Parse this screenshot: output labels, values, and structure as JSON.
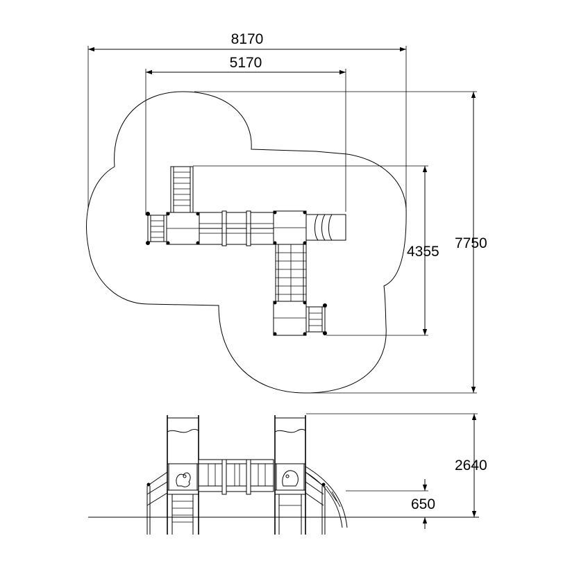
{
  "dimensions": {
    "total_width": "8170",
    "inner_width": "5170",
    "structure_depth": "4355",
    "total_depth": "7750",
    "total_height": "2640",
    "platform_height": "650"
  },
  "colors": {
    "line": "#000000",
    "background": "#ffffff"
  }
}
